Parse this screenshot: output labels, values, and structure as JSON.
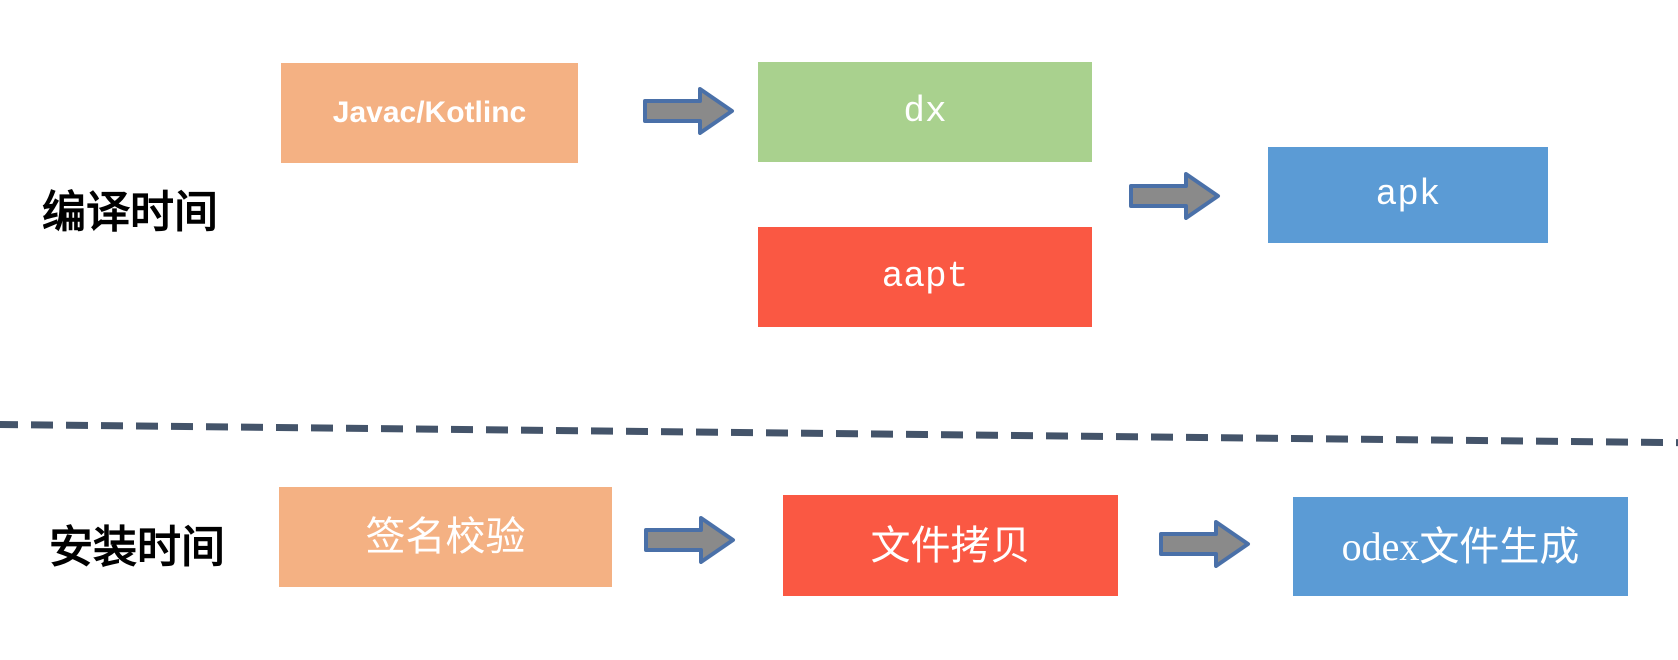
{
  "diagram": {
    "title_hint": "Android build and install pipeline",
    "rows": [
      {
        "label": "编译时间",
        "nodes": [
          {
            "id": "javac",
            "label": "Javac/Kotlinc",
            "color": "#F4B183"
          },
          {
            "id": "dx",
            "label": "dx",
            "color": "#A9D18E"
          },
          {
            "id": "aapt",
            "label": "aapt",
            "color": "#FA5843"
          },
          {
            "id": "apk",
            "label": "apk",
            "color": "#5B9BD5"
          }
        ]
      },
      {
        "label": "安装时间",
        "nodes": [
          {
            "id": "sign",
            "label": "签名校验",
            "color": "#F4B183"
          },
          {
            "id": "copy",
            "label": "文件拷贝",
            "color": "#FA5843"
          },
          {
            "id": "odex",
            "label": "odex文件生成",
            "color": "#5B9BD5"
          }
        ]
      }
    ],
    "arrow": {
      "fill": "#8A8A8A",
      "stroke": "#4A70A8"
    },
    "divider_color": "#44546A",
    "background": "#FFFFFF",
    "text_color_in_nodes": "#FFFFFF",
    "row_label_color": "#000000"
  }
}
